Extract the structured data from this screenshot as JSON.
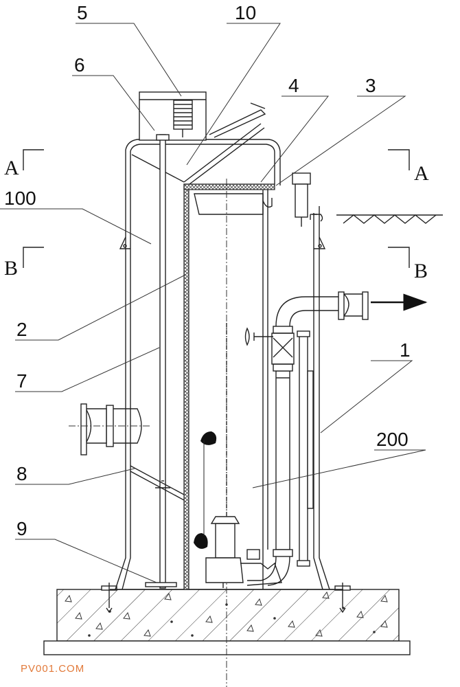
{
  "labels": {
    "l1": "1",
    "l2": "2",
    "l3": "3",
    "l4": "4",
    "l5": "5",
    "l6": "6",
    "l7": "7",
    "l8": "8",
    "l9": "9",
    "l10": "10",
    "l100": "100",
    "l200": "200"
  },
  "sections": {
    "a_left": "A",
    "a_right": "A",
    "b_left": "B",
    "b_right": "B"
  },
  "watermark": "PV001.COM",
  "colors": {
    "line": "#222222",
    "watermark": "#e27a3a",
    "background": "#ffffff"
  }
}
